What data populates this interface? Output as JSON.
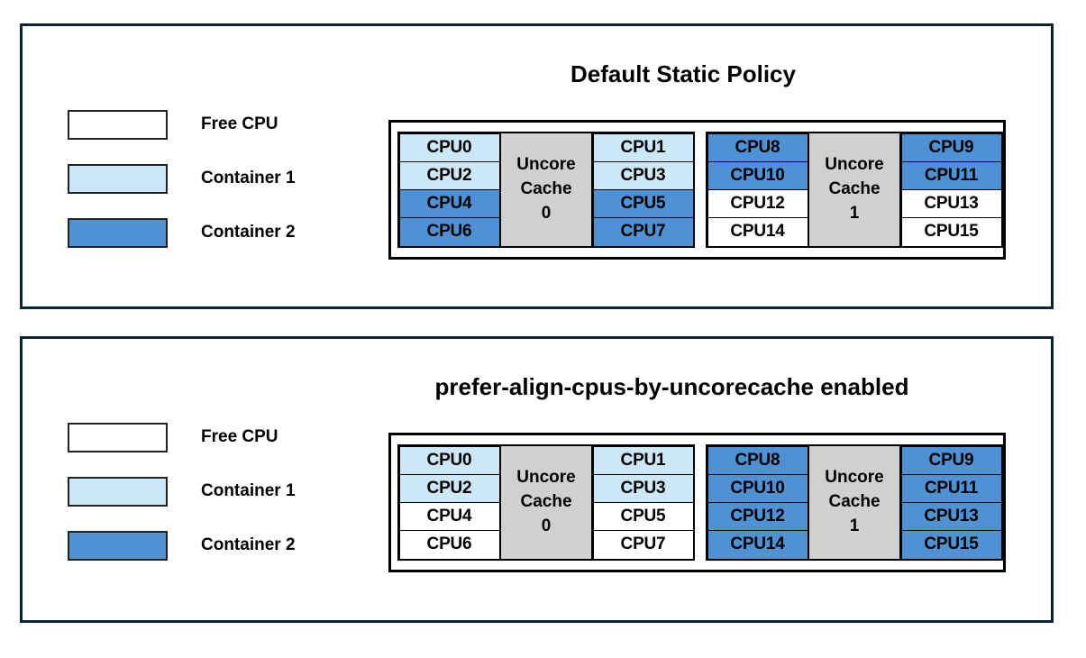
{
  "colors": {
    "free": "#ffffff",
    "container1": "#cce8f6",
    "container2": "#4f92d4",
    "cache": "#d0d0d0",
    "panel_border": "#0b2231",
    "cell_border": "#000000"
  },
  "legend": {
    "items": [
      {
        "label": "Free CPU",
        "state": "free"
      },
      {
        "label": "Container 1",
        "state": "container1"
      },
      {
        "label": "Container 2",
        "state": "container2"
      }
    ]
  },
  "panels": [
    {
      "id": "default-static-policy",
      "title": "Default Static Policy",
      "legend": [
        {
          "label": "Free CPU",
          "state": "free"
        },
        {
          "label": "Container 1",
          "state": "container1"
        },
        {
          "label": "Container 2",
          "state": "container2"
        }
      ],
      "cache_groups": [
        {
          "cache_label_line1": "Uncore",
          "cache_label_line2": "Cache",
          "cache_index": "0",
          "left_column": [
            {
              "label": "CPU0",
              "state": "container1"
            },
            {
              "label": "CPU2",
              "state": "container1"
            },
            {
              "label": "CPU4",
              "state": "container2"
            },
            {
              "label": "CPU6",
              "state": "container2"
            }
          ],
          "right_column": [
            {
              "label": "CPU1",
              "state": "container1"
            },
            {
              "label": "CPU3",
              "state": "container1"
            },
            {
              "label": "CPU5",
              "state": "container2"
            },
            {
              "label": "CPU7",
              "state": "container2"
            }
          ]
        },
        {
          "cache_label_line1": "Uncore",
          "cache_label_line2": "Cache",
          "cache_index": "1",
          "left_column": [
            {
              "label": "CPU8",
              "state": "container2"
            },
            {
              "label": "CPU10",
              "state": "container2"
            },
            {
              "label": "CPU12",
              "state": "free"
            },
            {
              "label": "CPU14",
              "state": "free"
            }
          ],
          "right_column": [
            {
              "label": "CPU9",
              "state": "container2"
            },
            {
              "label": "CPU11",
              "state": "container2"
            },
            {
              "label": "CPU13",
              "state": "free"
            },
            {
              "label": "CPU15",
              "state": "free"
            }
          ]
        }
      ]
    },
    {
      "id": "prefer-align-cpus-by-uncorecache-enabled",
      "title": "prefer-align-cpus-by-uncorecache enabled",
      "legend": [
        {
          "label": "Free CPU",
          "state": "free"
        },
        {
          "label": "Container 1",
          "state": "container1"
        },
        {
          "label": "Container 2",
          "state": "container2"
        }
      ],
      "cache_groups": [
        {
          "cache_label_line1": "Uncore",
          "cache_label_line2": "Cache",
          "cache_index": "0",
          "left_column": [
            {
              "label": "CPU0",
              "state": "container1"
            },
            {
              "label": "CPU2",
              "state": "container1"
            },
            {
              "label": "CPU4",
              "state": "free"
            },
            {
              "label": "CPU6",
              "state": "free"
            }
          ],
          "right_column": [
            {
              "label": "CPU1",
              "state": "container1"
            },
            {
              "label": "CPU3",
              "state": "container1"
            },
            {
              "label": "CPU5",
              "state": "free"
            },
            {
              "label": "CPU7",
              "state": "free"
            }
          ]
        },
        {
          "cache_label_line1": "Uncore",
          "cache_label_line2": "Cache",
          "cache_index": "1",
          "left_column": [
            {
              "label": "CPU8",
              "state": "container2"
            },
            {
              "label": "CPU10",
              "state": "container2"
            },
            {
              "label": "CPU12",
              "state": "container2"
            },
            {
              "label": "CPU14",
              "state": "container2"
            }
          ],
          "right_column": [
            {
              "label": "CPU9",
              "state": "container2"
            },
            {
              "label": "CPU11",
              "state": "container2"
            },
            {
              "label": "CPU13",
              "state": "container2"
            },
            {
              "label": "CPU15",
              "state": "container2"
            }
          ]
        }
      ]
    }
  ]
}
